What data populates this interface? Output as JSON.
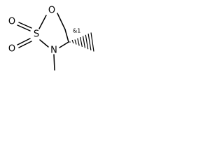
{
  "structure": {
    "atoms": {
      "ring_oxygen": "O",
      "sulfur": "S",
      "oxo_oxygen_top": "O",
      "oxo_oxygen_bottom": "O",
      "nitrogen": "N"
    },
    "stereo_label": "&1"
  }
}
